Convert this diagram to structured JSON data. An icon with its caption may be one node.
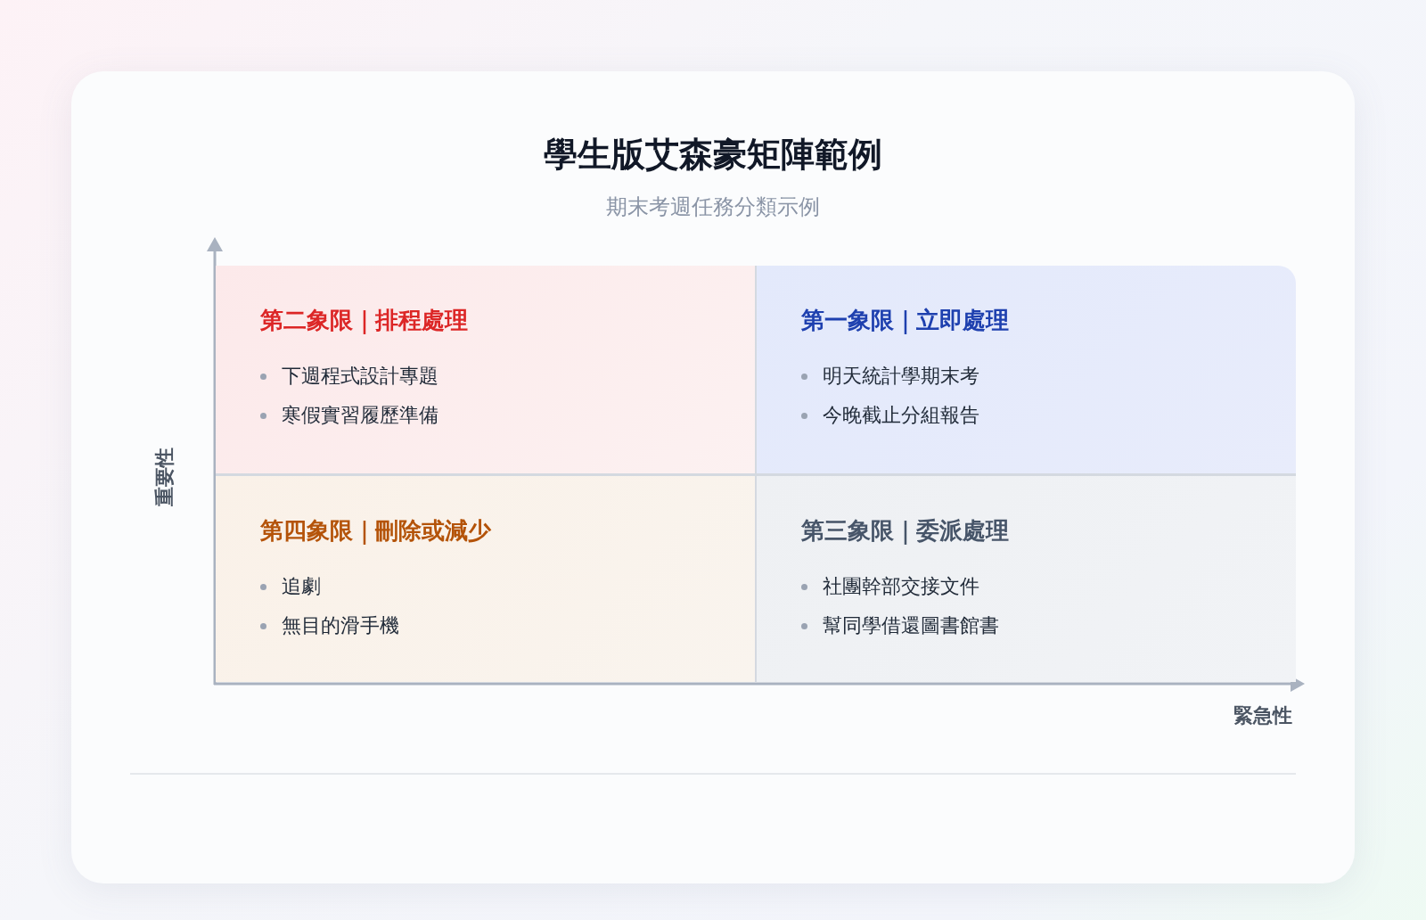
{
  "diagram": {
    "title": "學生版艾森豪矩陣範例",
    "caption": "期末考週任務分類示例",
    "nodes": [
      {
        "text": [
          "第二象限｜排程處理",
          "下週程式設計專題",
          "寒假實習履歷準備"
        ]
      },
      {
        "text": [
          "第一象限｜立即處理",
          "明天統計學期末考",
          "今晚截止分組報告"
        ]
      },
      {
        "text": [
          "第四象限｜刪除或減少",
          "追劇",
          "無目的滑手機"
        ]
      },
      {
        "text": [
          "第三象限｜委派處理",
          "社團幹部交接文件",
          "幫同學借還圖書館書"
        ]
      }
    ],
    "labels": [
      "重要性",
      "緊急性"
    ]
  }
}
